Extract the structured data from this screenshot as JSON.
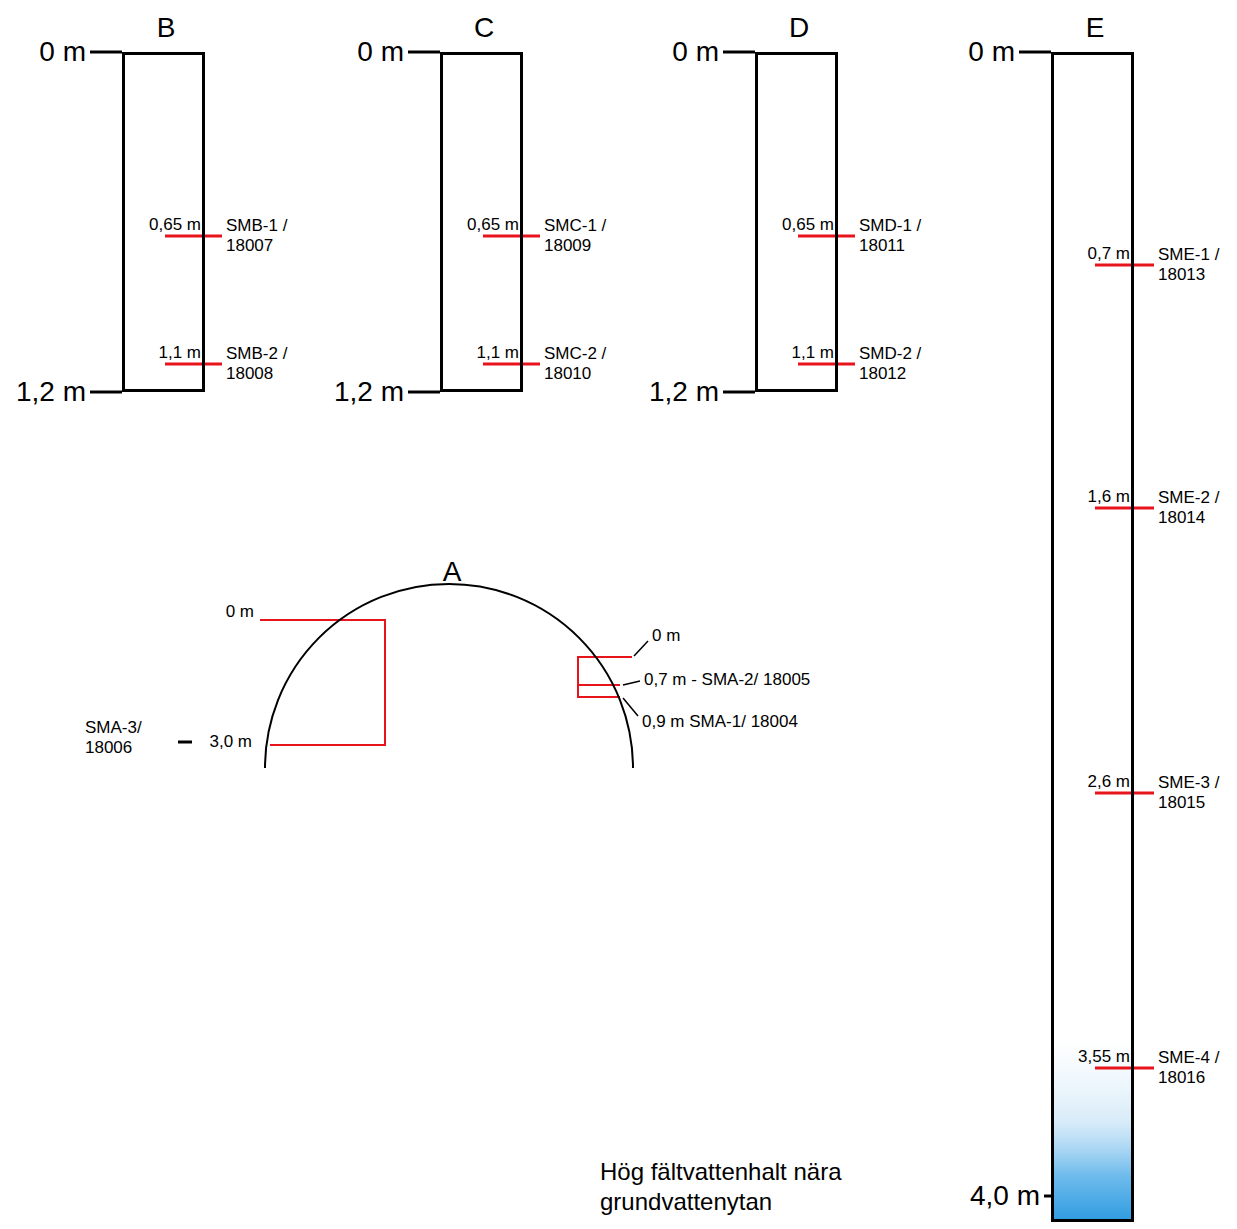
{
  "diagram": {
    "nodes": [
      {
        "text": [
          "B",
          "0,65 m",
          "1,1 m"
        ]
      },
      {
        "text": [
          "C",
          "0,65 m",
          "1,1 m"
        ]
      },
      {
        "text": [
          "D",
          "0,65 m",
          "1,1 m"
        ]
      },
      {
        "text": [
          "E",
          "0,7 m",
          "1,6 m",
          "2,6 m",
          "3,55 m"
        ]
      },
      {
        "text": [
          "A"
        ]
      }
    ],
    "labels": [
      "0 m",
      "1,2 m",
      "SMB-1 / 18007",
      "SMB-2 / 18008",
      "0 m",
      "1,2 m",
      "SMC-1 / 18009",
      "SMC-2 / 18010",
      "0 m",
      "1,2 m",
      "SMD-1 / 18011",
      "SMD-2 / 18012",
      "0 m",
      "4,0 m",
      "SME-1 / 18013",
      "SME-2 / 18014",
      "SME-3 / 18015",
      "SME-4 / 18016",
      "0 m",
      "3,0 m",
      "SMA-3/ 18006",
      "0 m",
      "0,7 m - SMA-2/ 18005",
      "0,9 m SMA-1/ 18004",
      "Hög fältvattenhalt nära grundvattenytan"
    ]
  }
}
